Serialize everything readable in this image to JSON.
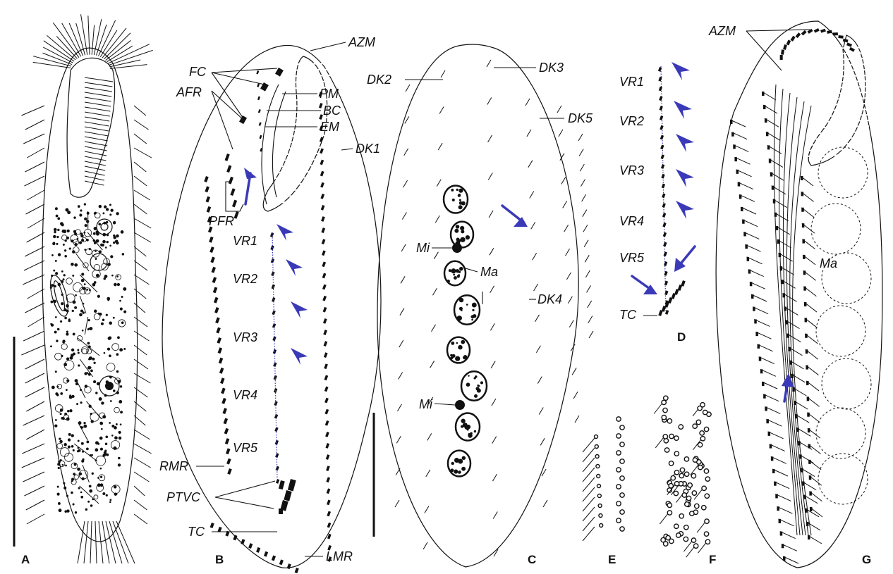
{
  "panels": [
    {
      "letter": "A"
    },
    {
      "letter": "B"
    },
    {
      "letter": "C"
    },
    {
      "letter": "D"
    },
    {
      "letter": "E"
    },
    {
      "letter": "F"
    },
    {
      "letter": "G"
    }
  ],
  "labels": {
    "B": [
      "AZM",
      "FC",
      "AFR",
      "PM",
      "BC",
      "EM",
      "DK1",
      "PFR",
      "VR1",
      "VR2",
      "VR3",
      "VR4",
      "VR5",
      "RMR",
      "PTVC",
      "TC",
      "LMR"
    ],
    "C": [
      "DK2",
      "DK3",
      "DK5",
      "Mi",
      "Ma",
      "DK4",
      "Mi"
    ],
    "D": [
      "VR1",
      "VR2",
      "VR3",
      "VR4",
      "VR5",
      "TC"
    ],
    "G": [
      "AZM",
      "Ma"
    ]
  },
  "colors": {
    "ink": "#111111",
    "arrow": "#3a3ab8",
    "background": "#ffffff"
  }
}
